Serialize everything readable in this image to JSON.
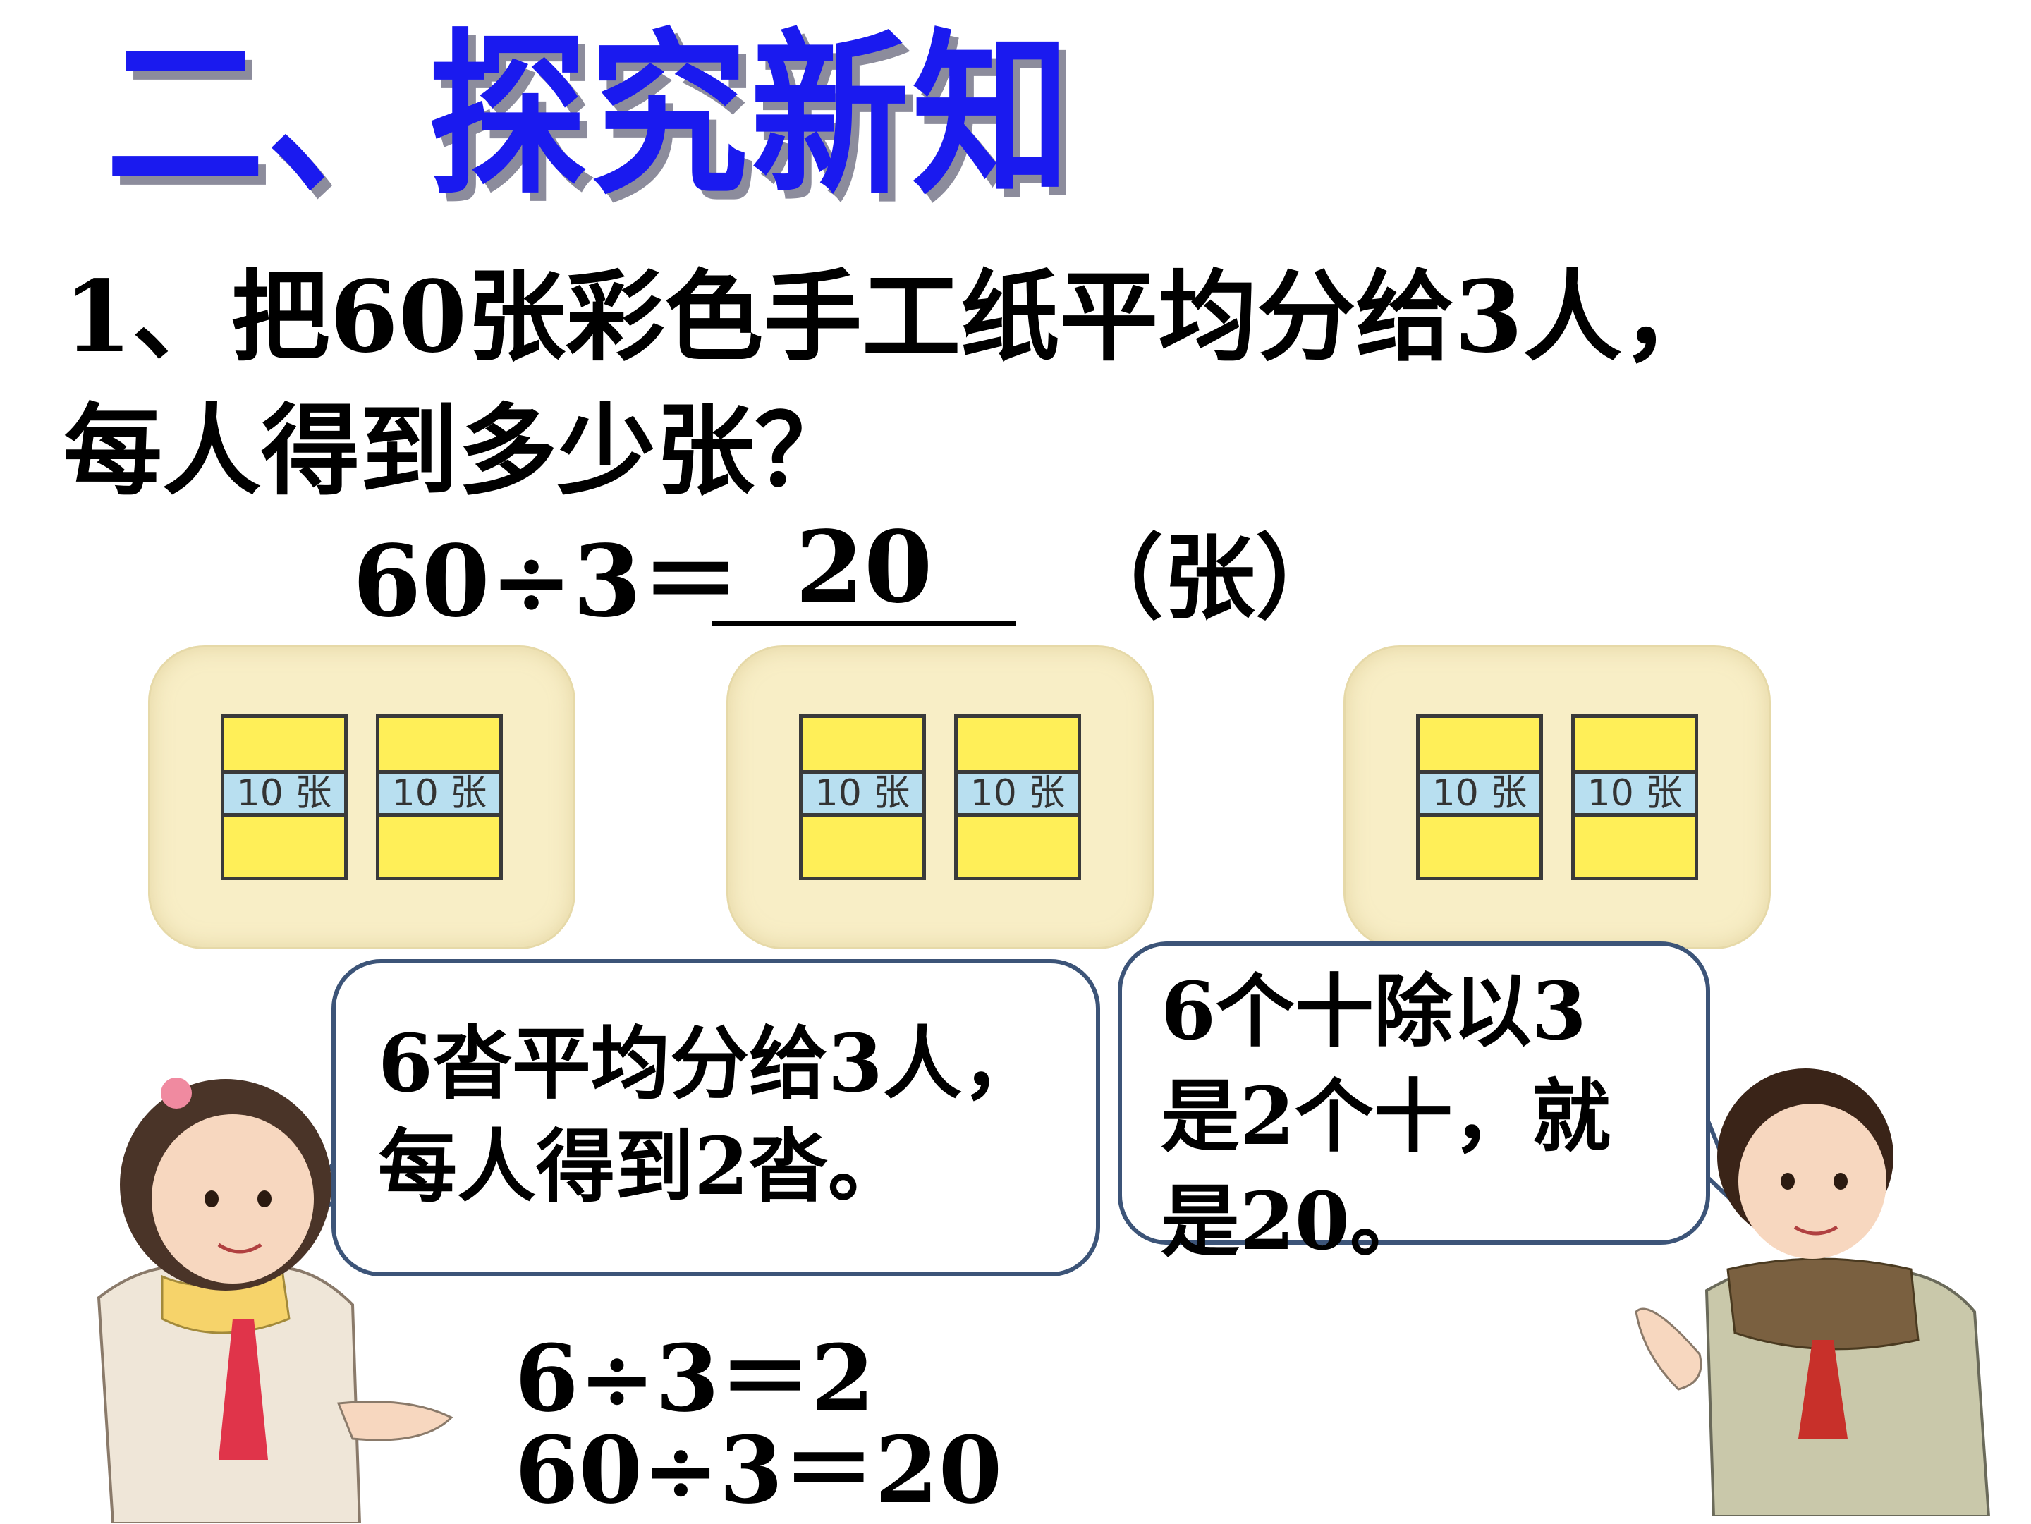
{
  "title": "二、探究新知",
  "question": {
    "line1": "1、把60张彩色手工纸平均分给3人，",
    "line2": "每人得到多少张？"
  },
  "equation": {
    "expr": "60÷3＝",
    "answer": "20",
    "unit": "（张）"
  },
  "groups": [
    {
      "stacks": [
        "10 张",
        "10 张"
      ]
    },
    {
      "stacks": [
        "10 张",
        "10 张"
      ]
    },
    {
      "stacks": [
        "10 张",
        "10 张"
      ]
    }
  ],
  "bubble_left": {
    "line1": "6沓平均分给3人，",
    "line2": "每人得到2沓。"
  },
  "bubble_right": {
    "line1": "6个十除以3",
    "line2": "是2个十，就",
    "line3": "是20。"
  },
  "calculations": {
    "line1": "6÷3＝2",
    "line2": "60÷3＝20"
  },
  "colors": {
    "title": "#1a1aef",
    "paper": "#ffef58",
    "band": "#b8dff0",
    "group_bg": "#f8eec6",
    "bubble_border": "#3c5478"
  }
}
